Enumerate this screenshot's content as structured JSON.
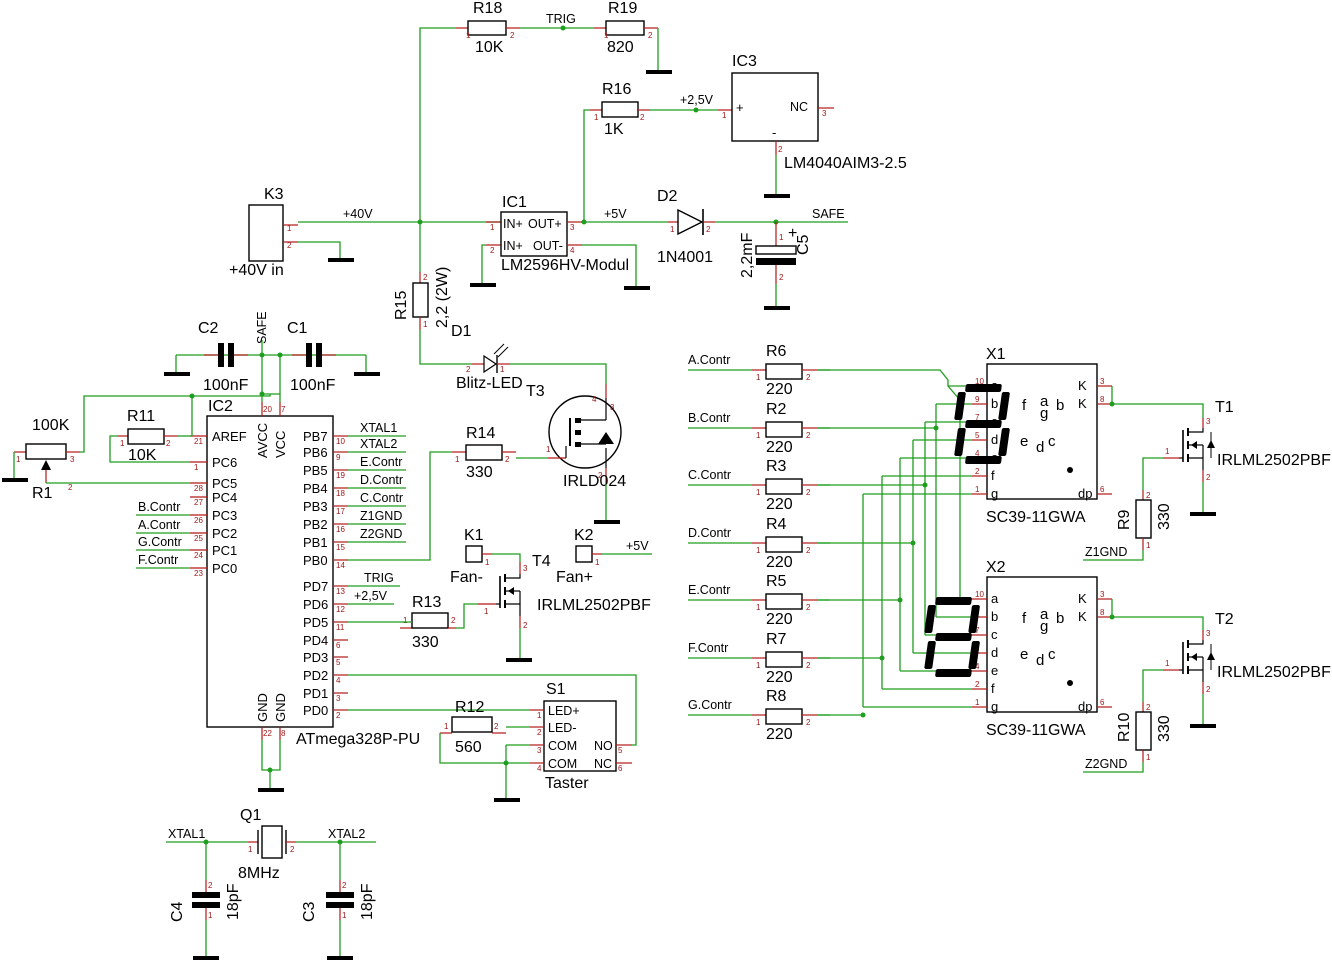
{
  "components": {
    "k3": {
      "ref": "K3",
      "value": "+40V in"
    },
    "r18": {
      "ref": "R18",
      "value": "10K"
    },
    "r19": {
      "ref": "R19",
      "value": "820"
    },
    "r16": {
      "ref": "R16",
      "value": "1K"
    },
    "ic3": {
      "ref": "IC3",
      "value": "LM4040AIM3-2.5",
      "pin_plus": "+",
      "pin_minus": "-",
      "pin_nc": "NC"
    },
    "ic1": {
      "ref": "IC1",
      "value": "LM2596HV-Modul",
      "pins": [
        "IN+",
        "OUT+",
        "IN+",
        "OUT-"
      ]
    },
    "d2": {
      "ref": "D2",
      "value": "1N4001"
    },
    "c5": {
      "ref": "C5",
      "value": "2,2mF",
      "plus": "+"
    },
    "r15": {
      "ref": "R15",
      "value": "2,2 (2W)"
    },
    "d1": {
      "ref": "D1",
      "value": "Blitz-LED"
    },
    "t3": {
      "ref": "T3",
      "value": "IRLD024"
    },
    "r14": {
      "ref": "R14",
      "value": "330"
    },
    "c2": {
      "ref": "C2",
      "value": "100nF"
    },
    "c1": {
      "ref": "C1",
      "value": "100nF"
    },
    "r1": {
      "ref": "R1",
      "value": "100K"
    },
    "r11": {
      "ref": "R11",
      "value": "10K"
    },
    "ic2": {
      "ref": "IC2",
      "value": "ATmega328P-PU"
    },
    "k1": {
      "ref": "K1",
      "value": "Fan-"
    },
    "k2": {
      "ref": "K2",
      "value": "Fan+"
    },
    "t4": {
      "ref": "T4",
      "value": "IRLML2502PBF"
    },
    "r13": {
      "ref": "R13",
      "value": "330"
    },
    "r12": {
      "ref": "R12",
      "value": "560"
    },
    "s1": {
      "ref": "S1",
      "value": "Taster",
      "pins": [
        "LED+",
        "LED-",
        "COM",
        "COM",
        "NO",
        "NC"
      ]
    },
    "q1": {
      "ref": "Q1",
      "value": "8MHz"
    },
    "c4": {
      "ref": "C4",
      "value": "18pF"
    },
    "c3": {
      "ref": "C3",
      "value": "18pF"
    },
    "r6": {
      "ref": "R6",
      "value": "220"
    },
    "r2": {
      "ref": "R2",
      "value": "220"
    },
    "r3": {
      "ref": "R3",
      "value": "220"
    },
    "r4": {
      "ref": "R4",
      "value": "220"
    },
    "r5": {
      "ref": "R5",
      "value": "220"
    },
    "r7": {
      "ref": "R7",
      "value": "220"
    },
    "r8": {
      "ref": "R8",
      "value": "220"
    },
    "x1": {
      "ref": "X1",
      "value": "SC39-11GWA"
    },
    "x2": {
      "ref": "X2",
      "value": "SC39-11GWA"
    },
    "t1": {
      "ref": "T1",
      "value": "IRLML2502PBF"
    },
    "t2": {
      "ref": "T2",
      "value": "IRLML2502PBF"
    },
    "r9": {
      "ref": "R9",
      "value": "330"
    },
    "r10": {
      "ref": "R10",
      "value": "330"
    }
  },
  "ic2_pins": {
    "left": [
      "AREF",
      "PC6",
      "PC5",
      "PC4",
      "PC3",
      "PC2",
      "PC1",
      "PC0"
    ],
    "right": [
      "PB7",
      "PB6",
      "PB5",
      "PB4",
      "PB3",
      "PB2",
      "PB1",
      "PB0",
      "PD7",
      "PD6",
      "PD5",
      "PD4",
      "PD3",
      "PD2",
      "PD1",
      "PD0"
    ],
    "top": [
      "AVCC",
      "VCC"
    ],
    "bottom": [
      "GND",
      "GND"
    ]
  },
  "display_pins": {
    "left": [
      "a",
      "b",
      "c",
      "d",
      "e",
      "f",
      "g"
    ],
    "right": [
      "K",
      "K",
      "dp"
    ],
    "segments": [
      "a",
      "b",
      "f",
      "g",
      "e",
      "d",
      "c"
    ]
  },
  "nets": {
    "plus40": "+40V",
    "plus5": "+5V",
    "plus25": "+2,5V",
    "safe": "SAFE",
    "trig": "TRIG",
    "xtal1": "XTAL1",
    "xtal2": "XTAL2",
    "e_contr": "E.Contr",
    "d_contr": "D.Contr",
    "c_contr": "C.Contr",
    "z1gnd": "Z1GND",
    "z2gnd": "Z2GND",
    "b_contr": "B.Contr",
    "a_contr": "A.Contr",
    "g_contr": "G.Contr",
    "f_contr": "F.Contr",
    "a_contr_r": "A.Contr",
    "b_contr_r": "B.Contr",
    "c_contr_r": "C.Contr",
    "d_contr_r": "D.Contr",
    "e_contr_r": "E.Contr",
    "f_contr_r": "F.Contr",
    "g_contr_r": "G.Contr"
  },
  "colors": {
    "wire": "#1e9e1e",
    "pin": "#b01818",
    "outline": "#000000",
    "background": "#ffffff"
  }
}
